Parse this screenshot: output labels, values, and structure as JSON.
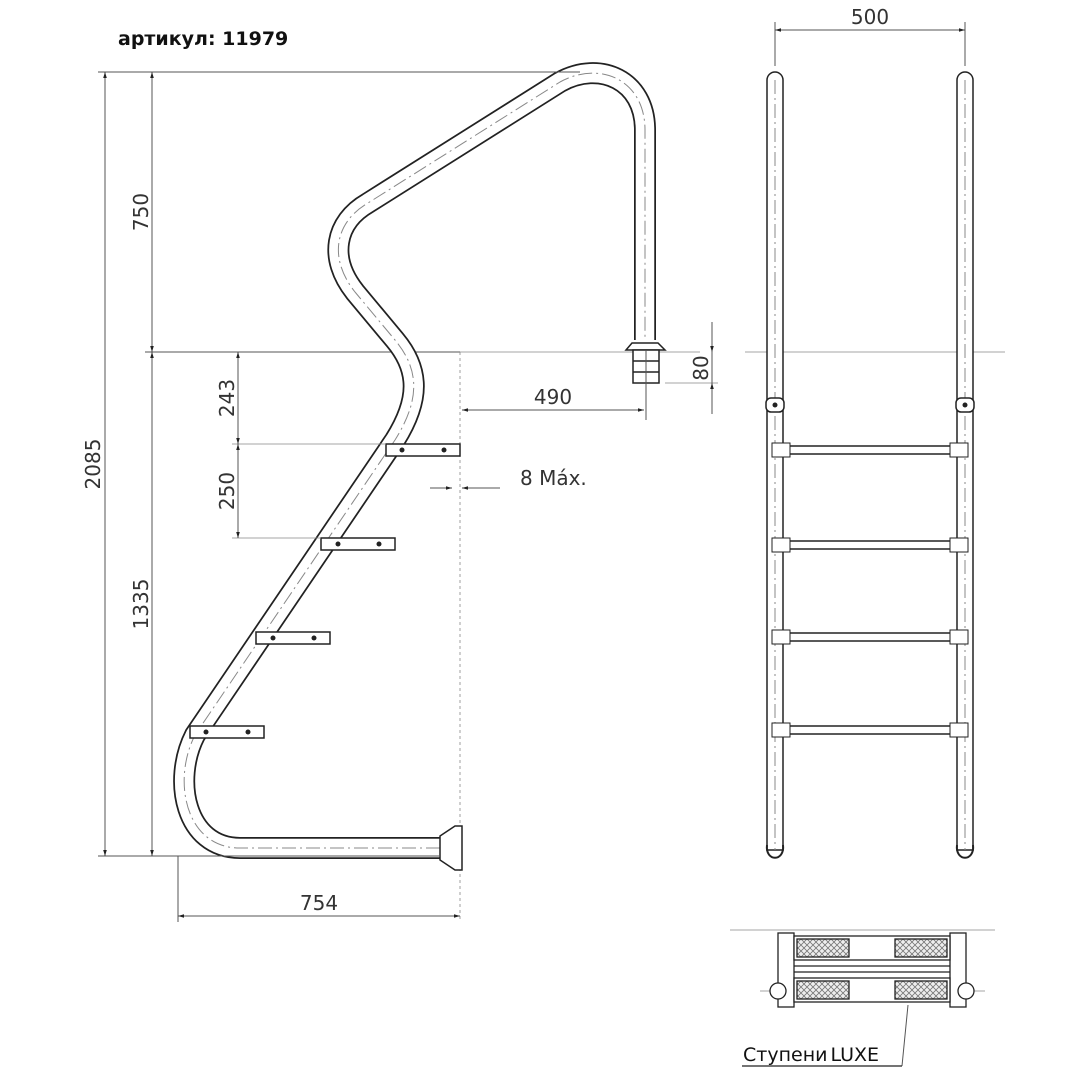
{
  "header": {
    "article": "артикул: 11979"
  },
  "side_view": {
    "dims": {
      "total_height": "2085",
      "handrail_height": "750",
      "below_deck_height": "1335",
      "first_step": "243",
      "step_spacing": "250",
      "anchor_offset": "490",
      "wall_gap": "8  Máx.",
      "anchor_depth": "80",
      "depth": "754"
    },
    "step_count": 4
  },
  "front_view": {
    "dims": {
      "width": "500"
    },
    "rung_count": 4
  },
  "step_detail": {
    "label_bold": "Ступени",
    "label_model": "LUXE"
  }
}
